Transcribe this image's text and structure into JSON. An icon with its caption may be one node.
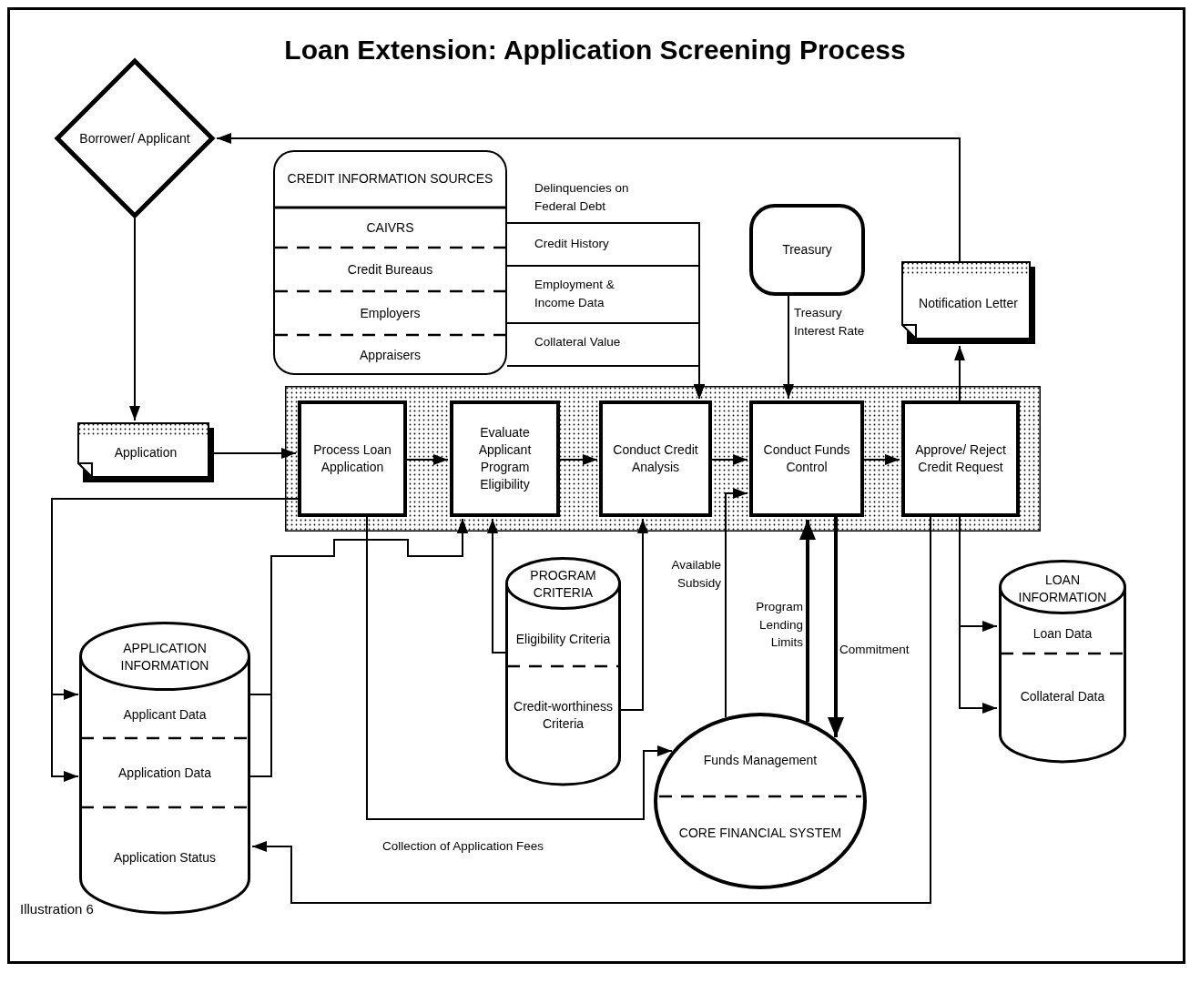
{
  "diagram": {
    "title": "Loan Extension: Application Screening Process",
    "caption": "Illustration 6",
    "nodes": [
      {
        "text": [
          "Borrower/ Applicant"
        ]
      },
      {
        "text": [
          "CREDIT INFORMATION SOURCES",
          "CAIVRS",
          "Credit Bureaus",
          "Employers",
          "Appraisers"
        ]
      },
      {
        "text": [
          "Treasury"
        ]
      },
      {
        "text": [
          "Notification Letter"
        ]
      },
      {
        "text": [
          "Application"
        ]
      },
      {
        "text": [],
        "shape": "box"
      },
      {
        "text": [
          "Process Loan Application"
        ],
        "in": 5
      },
      {
        "text": [
          "Evaluate Applicant Program Eligibility"
        ],
        "in": 5
      },
      {
        "text": [
          "Conduct Credit Analysis"
        ],
        "in": 5
      },
      {
        "text": [
          "Conduct Funds Control"
        ],
        "in": 5
      },
      {
        "text": [
          "Approve/ Reject Credit Request"
        ],
        "in": 5
      },
      {
        "text": [
          "PROGRAM CRITERIA",
          "Eligibility Criteria",
          "Credit-worthiness Criteria"
        ]
      },
      {
        "text": [
          "LOAN INFORMATION",
          "Loan Data",
          "Collateral Data"
        ]
      },
      {
        "text": [
          "APPLICATION INFORMATION",
          "Applicant Data",
          "Application Data",
          "Application Status"
        ]
      },
      {
        "text": [
          "Funds Management",
          "CORE FINANCIAL SYSTEM"
        ]
      }
    ],
    "edges": [
      {
        "from": 0,
        "to": 4,
        "arrow": "to"
      },
      {
        "from": 4,
        "to": 6,
        "arrow": "to"
      },
      {
        "from": 6,
        "to": 7,
        "arrow": "to"
      },
      {
        "from": 7,
        "to": 8,
        "arrow": "to"
      },
      {
        "from": 8,
        "to": 9,
        "arrow": "to"
      },
      {
        "from": 9,
        "to": 10,
        "arrow": "to"
      },
      {
        "from": 10,
        "to": 3,
        "arrow": "to"
      },
      {
        "from": 3,
        "to": 0,
        "arrow": "to"
      },
      {
        "from": 1,
        "to": 8,
        "arrow": "to",
        "label": "Delinquencies on Federal Debt"
      },
      {
        "from": 1,
        "to": 8,
        "arrow": "to",
        "label": "Credit History"
      },
      {
        "from": 1,
        "to": 8,
        "arrow": "to",
        "label": "Employment & Income Data"
      },
      {
        "from": 1,
        "to": 8,
        "arrow": "to",
        "label": "Collateral Value"
      },
      {
        "from": 2,
        "to": 9,
        "arrow": "to",
        "label": "Treasury Interest Rate"
      },
      {
        "from": 6,
        "to": 13,
        "arrow": "to"
      },
      {
        "from": 6,
        "to": 13,
        "arrow": "to"
      },
      {
        "from": 13,
        "to": 7,
        "arrow": "to"
      },
      {
        "from": 13,
        "to": 7,
        "arrow": "to"
      },
      {
        "from": 11,
        "to": 7,
        "arrow": "to"
      },
      {
        "from": 11,
        "to": 8,
        "arrow": "to"
      },
      {
        "from": 6,
        "to": 14,
        "arrow": "to",
        "label": "Collection of Application Fees"
      },
      {
        "from": 14,
        "to": 9,
        "arrow": "to",
        "label": "Available Subsidy"
      },
      {
        "from": 14,
        "to": 9,
        "arrow": "to",
        "label": "Program Lending Limits",
        "style": "thick"
      },
      {
        "from": 9,
        "to": 14,
        "arrow": "to",
        "label": "Commitment",
        "style": "thick"
      },
      {
        "from": 10,
        "to": 13,
        "arrow": "to"
      },
      {
        "from": 10,
        "to": 12,
        "arrow": "to"
      },
      {
        "from": 10,
        "to": 12,
        "arrow": "to"
      }
    ]
  }
}
